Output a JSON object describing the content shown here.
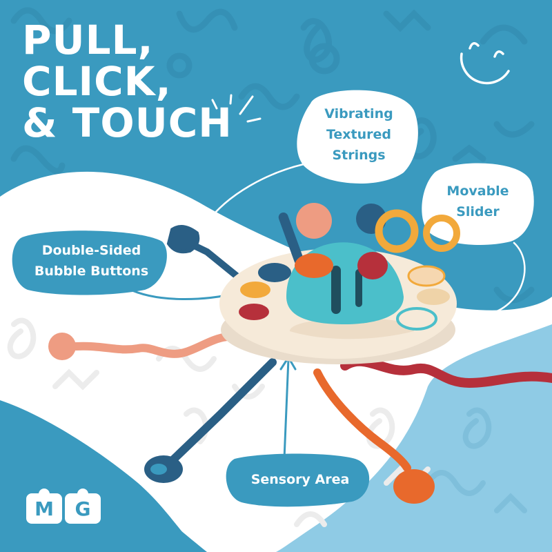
{
  "headline": {
    "lines": [
      "PULL,",
      "CLICK,",
      "& TOUCH"
    ]
  },
  "callouts": {
    "vibrating": {
      "lines": [
        "Vibrating",
        "Textured",
        "Strings"
      ]
    },
    "slider": {
      "lines": [
        "Movable",
        "Slider"
      ]
    },
    "buttons": {
      "lines": [
        "Double-Sided",
        "Bubble Buttons"
      ]
    },
    "sensory": {
      "lines": [
        "Sensory Area"
      ]
    }
  },
  "logo": {
    "left": "M",
    "right": "G"
  },
  "icons": {
    "smiley": "smiley-face-icon",
    "sparkle": "sparkle-lines-icon"
  },
  "colors": {
    "background_blue": "#3a9abf",
    "light_blue": "#8fcbe5",
    "white": "#ffffff",
    "toy_base": "#f6ead9",
    "toy_dome": "#4bbfca",
    "navy": "#2a5f85",
    "orange": "#e8692c",
    "peach": "#ee9c82",
    "red": "#b6303b",
    "yellow": "#f2a93b"
  }
}
